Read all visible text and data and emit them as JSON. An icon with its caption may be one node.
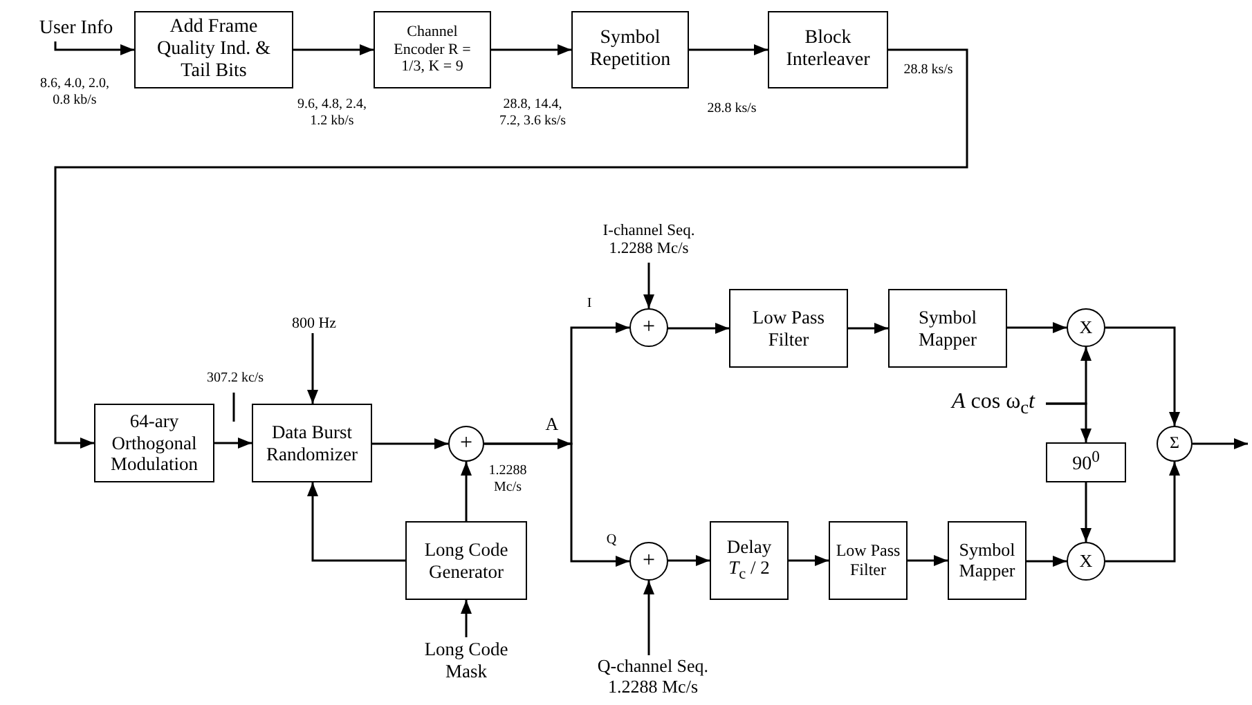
{
  "diagram": {
    "nodes": [
      {
        "text": [
          "User Info"
        ]
      },
      {
        "text": [
          "Add Frame Quality Ind. & Tail Bits"
        ]
      },
      {
        "text": [
          "Channel Encoder R = 1/3, K = 9"
        ]
      },
      {
        "text": [
          "Symbol Repetition"
        ]
      },
      {
        "text": [
          "Block Interleaver"
        ]
      },
      {
        "text": [
          "800 Hz"
        ]
      },
      {
        "text": [
          "64-ary Orthogonal Modulation"
        ]
      },
      {
        "text": [
          "Data Burst Randomizer"
        ]
      },
      {
        "text": [
          "+"
        ]
      },
      {
        "text": [
          "Long Code Generator"
        ]
      },
      {
        "text": [
          "Long Code Mask"
        ]
      },
      {
        "text": [
          "I-channel  Seq. 1.2288 Mc/s"
        ]
      },
      {
        "text": [
          "+"
        ]
      },
      {
        "text": [
          "Low Pass Filter"
        ]
      },
      {
        "text": [
          "Symbol Mapper"
        ]
      },
      {
        "text": [
          "X"
        ]
      },
      {
        "text": [
          "*A* cos ω$_{c}$*t*"
        ]
      },
      {
        "text": [
          "90$^{0}$"
        ]
      },
      {
        "text": [
          "Σ"
        ]
      },
      {
        "text": [
          "+"
        ]
      },
      {
        "text": [
          "Delay",
          "*T*$_{c}$ / 2"
        ]
      },
      {
        "text": [
          "Low Pass Filter"
        ]
      },
      {
        "text": [
          "Symbol Mapper"
        ]
      },
      {
        "text": [
          "X"
        ]
      },
      {
        "text": [
          "Q-channel Seq. 1.2288 Mc/s"
        ]
      }
    ],
    "edges": [
      {
        "from": 0,
        "to": 1,
        "arrow": "to",
        "label": "8.6, 4.0, 2.0, 0.8 kb/s"
      },
      {
        "from": 1,
        "to": 2,
        "arrow": "to",
        "label": "9.6, 4.8, 2.4, 1.2 kb/s"
      },
      {
        "from": 2,
        "to": 3,
        "arrow": "to",
        "label": "28.8, 14.4, 7.2, 3.6 ks/s"
      },
      {
        "from": 3,
        "to": 4,
        "arrow": "to",
        "label": "28.8 ks/s"
      },
      {
        "from": 4,
        "to": 6,
        "arrow": "to",
        "label": "28.8 ks/s"
      },
      {
        "from": 6,
        "to": 7,
        "arrow": "to",
        "label": "307.2 kc/s"
      },
      {
        "from": 5,
        "to": 7,
        "arrow": "to"
      },
      {
        "from": 7,
        "to": 8,
        "arrow": "to"
      },
      {
        "from": 9,
        "to": 8,
        "arrow": "to",
        "label": "1.2288 Mc/s"
      },
      {
        "from": 9,
        "to": 7,
        "arrow": "to"
      },
      {
        "from": 10,
        "to": 9,
        "arrow": "to"
      },
      {
        "from": 8,
        "to": 12,
        "arrow": "to",
        "label": "I"
      },
      {
        "from": 8,
        "to": 19,
        "arrow": "to",
        "label": "Q"
      },
      {
        "from": 11,
        "to": 12,
        "arrow": "to"
      },
      {
        "from": 12,
        "to": 13,
        "arrow": "to"
      },
      {
        "from": 13,
        "to": 14,
        "arrow": "to"
      },
      {
        "from": 14,
        "to": 15,
        "arrow": "to"
      },
      {
        "from": 16,
        "to": 15,
        "arrow": "to"
      },
      {
        "from": 16,
        "to": 17,
        "arrow": "to"
      },
      {
        "from": 17,
        "to": 23,
        "arrow": "to"
      },
      {
        "from": 15,
        "to": 18,
        "arrow": "to"
      },
      {
        "from": 18,
        "to": null,
        "arrow": "to"
      },
      {
        "from": 19,
        "to": 20,
        "arrow": "to"
      },
      {
        "from": 24,
        "to": 19,
        "arrow": "to"
      },
      {
        "from": 20,
        "to": 21,
        "arrow": "to"
      },
      {
        "from": 21,
        "to": 22,
        "arrow": "to"
      },
      {
        "from": 22,
        "to": 23,
        "arrow": "to"
      },
      {
        "from": 23,
        "to": 18,
        "arrow": "to"
      }
    ],
    "labels": [
      "A"
    ]
  }
}
